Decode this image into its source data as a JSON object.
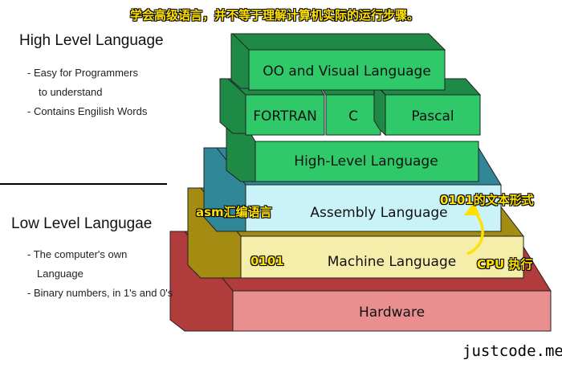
{
  "annotations": {
    "top_note": "学会高级语言，并不等于理解计算机实际的运行步骤。",
    "asm": "asm汇编语言",
    "text_form": "0101的文本形式",
    "binary": "0101",
    "cpu": "CPU 执行"
  },
  "high_level": {
    "title": "High Level Language",
    "bullets": [
      "- Easy for Programmers",
      "to understand",
      "- Contains Engilish Words"
    ]
  },
  "low_level": {
    "title": "Low Level Langugae",
    "bullets": [
      "- The computer's own",
      "Language",
      "- Binary numbers, in 1's and 0's"
    ]
  },
  "layers": {
    "oo": "OO and Visual Language",
    "fortran": "FORTRAN",
    "c": "C",
    "pascal": "Pascal",
    "high": "High-Level Language",
    "assembly": "Assembly Language",
    "machine": "Machine Language",
    "hardware": "Hardware"
  },
  "colors": {
    "green": "#2fc96a",
    "teal": "#2f8797",
    "light_cyan": "#c9f3f8",
    "olive": "#a48b12",
    "cream": "#f5eeab",
    "dark_red": "#b03c3c",
    "pink": "#ea8f8f",
    "annotation_yellow": "#ffe100"
  },
  "watermark": "justcode.me"
}
